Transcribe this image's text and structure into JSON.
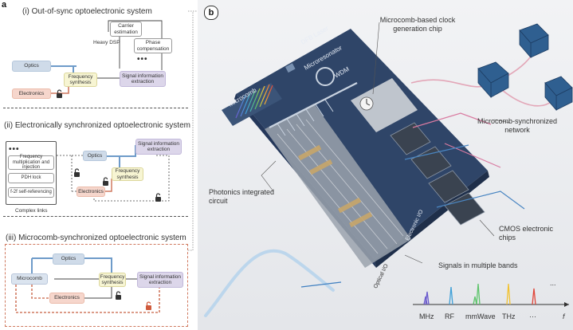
{
  "panel_a": {
    "letter": "a",
    "s1": {
      "title": "(i) Out-of-sync optoelectronic system",
      "heavy_dsp": "Heavy DSP",
      "carrier_estimation": "Carrier estimation",
      "phase_compensation": "Phase compensation",
      "dots": "•••",
      "optics": "Optics",
      "electronics": "Electronics",
      "frequency_synthesis": "Frequency synthesis",
      "signal_extraction": "Signal information extraction"
    },
    "s2": {
      "title": "(ii) Electronically synchronized optoelectronic system",
      "dots": "•••",
      "freq_mult": "Frequency multiplication and injection",
      "pdh_lock": "PDH lock",
      "f2f": "f-2f self-referencing",
      "complex_links": "Complex links",
      "optics": "Optics",
      "electronics": "Electronics",
      "frequency_synthesis": "Frequency synthesis",
      "signal_extraction": "Signal information extraction"
    },
    "s3": {
      "title": "(iii) Microcomb-synchronized optoelectronic system",
      "optics": "Optics",
      "microcomb": "Microcomb",
      "electronics": "Electronics",
      "frequency_synthesis": "Frequency synthesis",
      "signal_extraction": "Signal information extraction"
    }
  },
  "panel_b": {
    "letter": "b",
    "dfb_laser": "DFB Laser",
    "microresonator": "Microresonator",
    "wdm": "WDM",
    "microcomb": "Microcomb",
    "clock_chip": "Microcomb-based clock generation chip",
    "network": "Microcomb-synchronized network",
    "photonics": "Photonics integrated circuit",
    "cmos": "CMOS electronic chips",
    "electronic_io": "Electronic I/O",
    "optical_io": "Optical I/O",
    "signals": "Signals in multiple bands",
    "bands": [
      "MHz",
      "RF",
      "mmWave",
      "THz",
      "···"
    ],
    "axis_label": "f",
    "ellipsis": "..."
  },
  "colors": {
    "optics": "#cfdbe9",
    "electronics": "#f6d6cc",
    "frequency_synthesis": "#f7f5d3",
    "signal_extraction": "#dcd6ea",
    "chip": "#2f4568",
    "link_red": "#d05a3c",
    "link_blue": "#4a86c2"
  }
}
